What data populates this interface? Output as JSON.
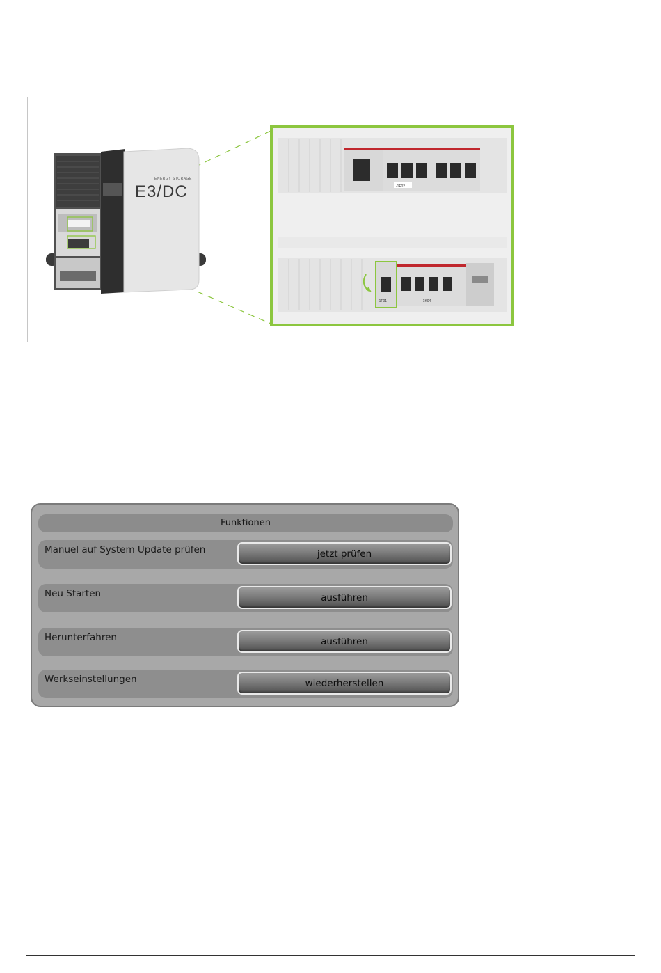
{
  "figure": {
    "logo_text": "E3/DC",
    "logo_tagline": "ENERGY STORAGE",
    "breaker_labels": [
      "-1F02",
      "-1F01",
      "-1K04"
    ],
    "highlight_color": "#8cc63f"
  },
  "functions_panel": {
    "title": "Funktionen",
    "rows": [
      {
        "label": "Manuel auf System Update prüfen",
        "button": "jetzt prüfen"
      },
      {
        "label": "Neu Starten",
        "button": "ausführen"
      },
      {
        "label": "Herunterfahren",
        "button": "ausführen"
      },
      {
        "label": "Werkseinstellungen",
        "button": "wiederherstellen"
      }
    ]
  }
}
